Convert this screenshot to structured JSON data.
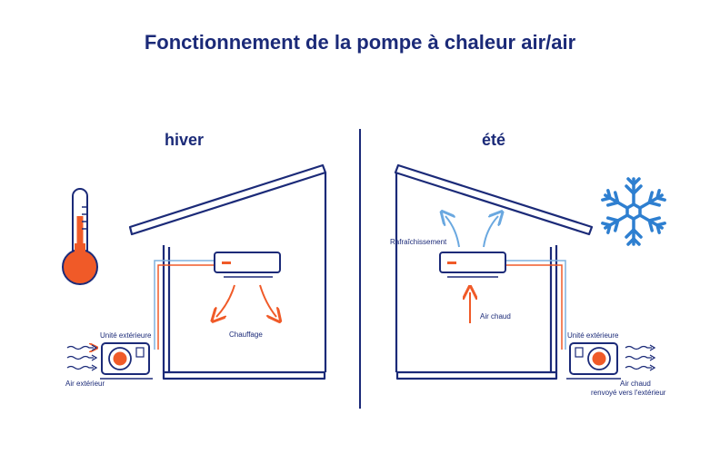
{
  "title": "Fonctionnement de la pompe à chaleur air/air",
  "winter": {
    "heading": "hiver",
    "outdoor_unit_label": "Unité extérieure",
    "outdoor_air_label": "Air extérieur",
    "indoor_flow_label": "Chauffage",
    "icon": "thermometer-icon"
  },
  "summer": {
    "heading": "été",
    "indoor_flow_label": "Rafraîchissement",
    "warm_air_label": "Air chaud",
    "outdoor_unit_label": "Unité extérieure",
    "exhaust_label_line1": "Air chaud",
    "exhaust_label_line2": "renvoyé vers l'extérieur",
    "icon": "snowflake-icon"
  },
  "colors": {
    "navy": "#1b2a78",
    "heating_orange": "#f05a28",
    "cooling_blue": "#6aa8e0",
    "pipe_blue": "#7fb0de"
  }
}
